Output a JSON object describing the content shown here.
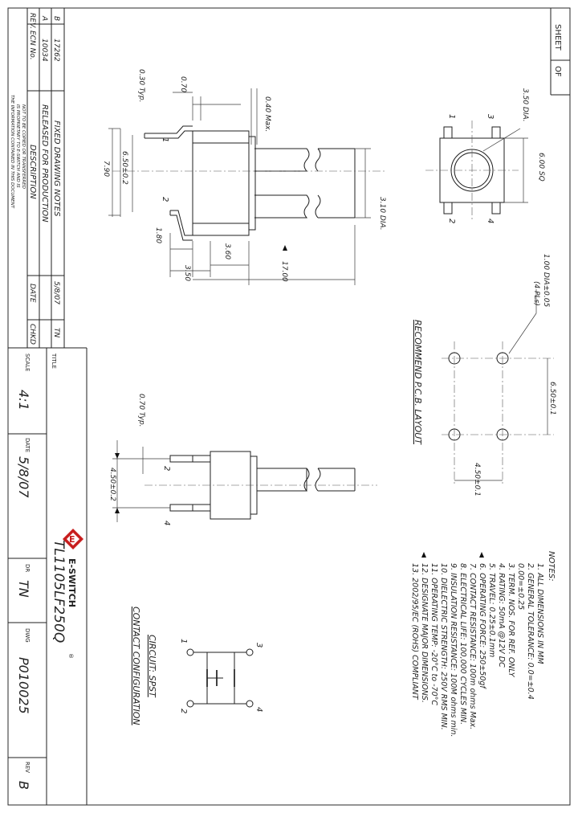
{
  "title_block": {
    "sheet_label": "SHEET",
    "of_label": "OF",
    "title_label": "TITLE",
    "title_value": "TL1105LF250Q",
    "scale_label": "SCALE",
    "scale_value": "4:1",
    "date_label": "DATE",
    "date_value": "5/8/07",
    "drawn_by_label": "DR",
    "drawn_by_value": "TN",
    "dwg_label": "DWG",
    "dwg_value": "P010025",
    "rev_label": "REV",
    "rev_value": "B",
    "company_name": "E-SWITCH",
    "company_mark": "®"
  },
  "revision_table": {
    "headers": {
      "rev": "REV.",
      "ecn": "ECN No.",
      "description": "DESCRIPTION",
      "date": "DATE",
      "checked": "CHKD"
    },
    "rows": [
      {
        "rev": "B",
        "ecn": "17262",
        "description": "FIXED DRAWING NOTES",
        "date": "5/8/07",
        "checked": "TN"
      },
      {
        "rev": "A",
        "ecn": "10034",
        "description": "RELEASED FOR PRODUCTION",
        "date": "",
        "checked": ""
      }
    ],
    "proprietary_lines": [
      "THE INFORMATION CONTAINED IN THIS DOCUMENT",
      "IS PROPRIETARY TO E-SWITCH AND IS",
      "NOT TO BE COPIED OR TRANSFERRED"
    ]
  },
  "side_view": {
    "dim_030_typ": "0.30 Typ.",
    "dim_070": "0.70",
    "dim_040_max": "0.40 Max.",
    "dim_650": "6.50±0.2",
    "dim_790": "7.90",
    "dim_310_dia": "3.10 DIA.",
    "dim_180": "1.80",
    "dim_360": "3.60",
    "dim_350": "3.50",
    "dim_1700": "17.00",
    "pin_1": "1",
    "pin_2": "2"
  },
  "top_view": {
    "dim_350_dia": "3.50 DIA.",
    "dim_600_sq": "6.00 SQ",
    "pin_1": "1",
    "pin_2": "2",
    "pin_3": "3",
    "pin_4": "4"
  },
  "pcb_layout": {
    "title": "RECOMMEND P.C.B. LAYOUT",
    "dim_100_dia": "1.00 DIA±0.05",
    "dim_4_pls": "(4 PLs)",
    "dim_650": "6.50±0.1",
    "dim_450": "4.50±0.1"
  },
  "front_view": {
    "dim_070_typ": "0.70 Typ.",
    "dim_450": "4.50±0.2",
    "pin_2": "2",
    "pin_4": "4"
  },
  "notes": {
    "heading": "NOTES:",
    "items": [
      "1.  ALL DIMENSIONS IN MM",
      "2.  GENERAL TOLERANCE: 0.0=±0.4",
      "                                   0.00=±0.25",
      "3.  TERM. NOS. FOR REF. ONLY",
      "4.  RATING: 50mA @12V DC",
      "5.  TRAVEL: 0.25±0.1mm",
      "6.  OPERATING FORCE: 250±50gf",
      "7.  CONTACT RESISTANCE: 100m ohms Max.",
      "8.  ELECTRICAL LIFE: 100,000 CYCLES MIN.",
      "9.  INSULATION RESISTANCE: 100M ohms min.",
      "10. DIELECTRIC STRENGTH: 250V RMS MIN.",
      "11. OPERATING TEMP: -20°C to -70°C",
      "12. DESIGNATE MAJOR DIMENSIONS.",
      "13. 2002/95/EC (ROHS) COMPLIANT"
    ]
  },
  "circuit": {
    "title_1": "CIRCUIT: SPST",
    "title_2": "CONTACT CONFIGURATION",
    "t1": "1",
    "t2": "2",
    "t3": "3",
    "t4": "4"
  }
}
